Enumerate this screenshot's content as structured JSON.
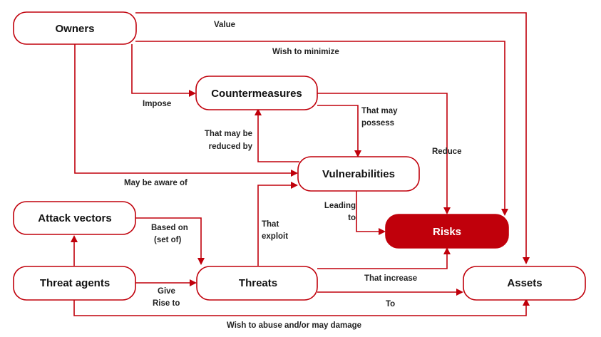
{
  "nodes": {
    "owners": "Owners",
    "countermeasures": "Countermeasures",
    "vulnerabilities": "Vulnerabilities",
    "attack_vectors": "Attack vectors",
    "risks": "Risks",
    "threat_agents": "Threat agents",
    "threats": "Threats",
    "assets": "Assets"
  },
  "edges": {
    "value": "Value",
    "wish_to_minimize": "Wish to minimize",
    "impose": "Impose",
    "that_may_possess_1": "That may",
    "that_may_possess_2": "possess",
    "reduce": "Reduce",
    "reduced_by_1": "That may be",
    "reduced_by_2": "reduced by",
    "may_be_aware_of": "May be aware of",
    "leading_to_1": "Leading",
    "leading_to_2": "to",
    "based_on_1": "Based on",
    "based_on_2": "(set of)",
    "that_exploit_1": "That",
    "that_exploit_2": "exploit",
    "that_increase": "That increase",
    "give_rise_1": "Give",
    "give_rise_2": "Rise to",
    "to": "To",
    "wish_to_abuse": "Wish to abuse and/or may damage"
  },
  "colors": {
    "accent": "#c0000b",
    "text": "#111111",
    "risk_text": "#ffffff"
  }
}
